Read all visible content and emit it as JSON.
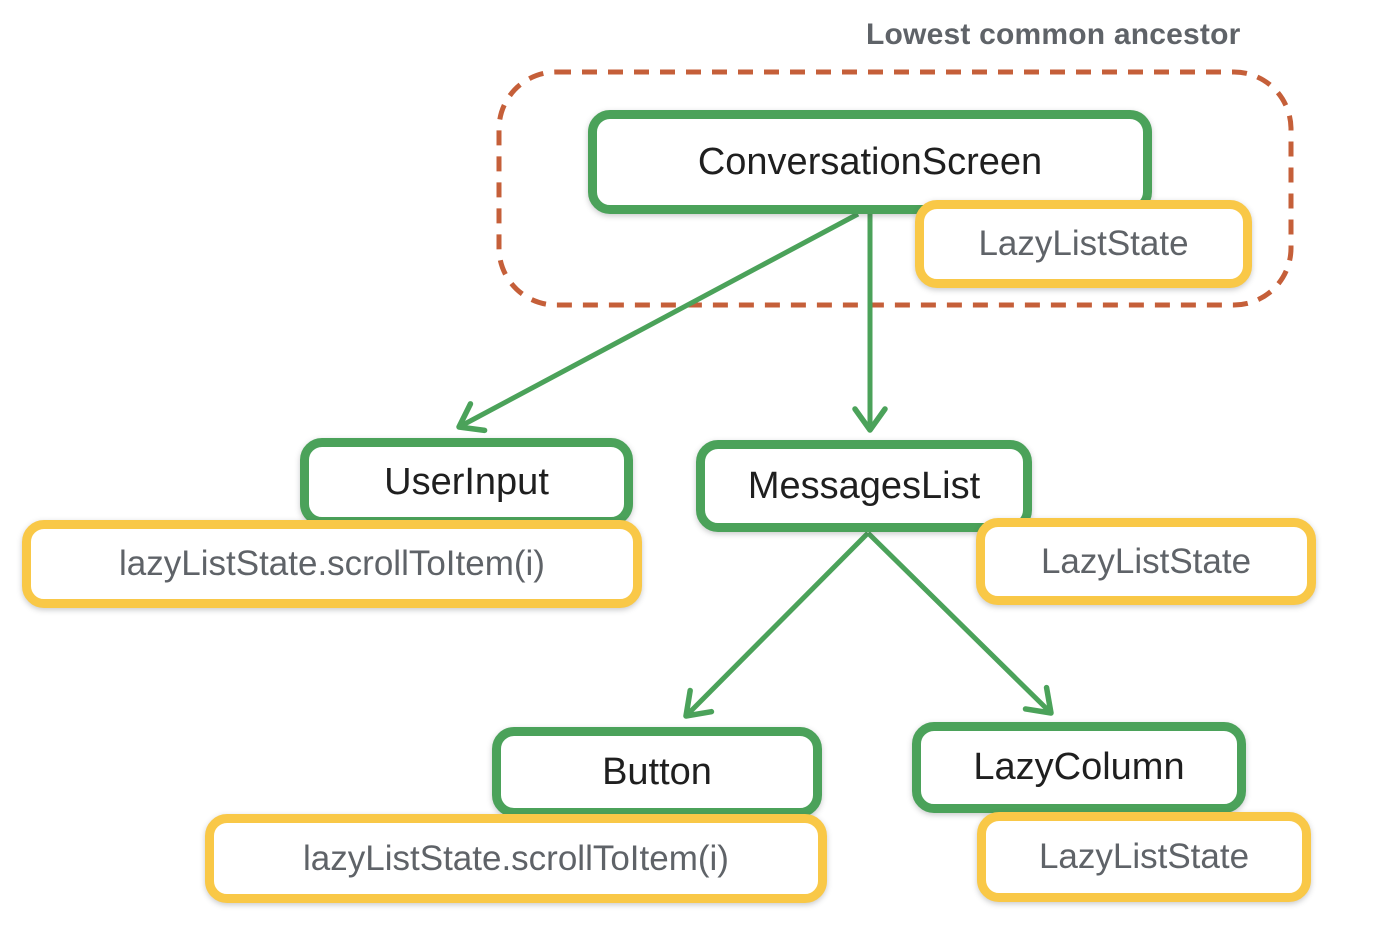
{
  "ancestor_label": "Lowest common ancestor",
  "nodes": {
    "conversation_screen": {
      "label": "ConversationScreen",
      "state": "LazyListState"
    },
    "user_input": {
      "label": "UserInput",
      "state": "lazyListState.scrollToItem(i)"
    },
    "messages_list": {
      "label": "MessagesList",
      "state": "LazyListState"
    },
    "button": {
      "label": "Button",
      "state": "lazyListState.scrollToItem(i)"
    },
    "lazy_column": {
      "label": "LazyColumn",
      "state": "LazyListState"
    }
  },
  "edges": [
    {
      "from": "ConversationScreen",
      "to": "UserInput"
    },
    {
      "from": "ConversationScreen",
      "to": "MessagesList"
    },
    {
      "from": "MessagesList",
      "to": "Button"
    },
    {
      "from": "MessagesList",
      "to": "LazyColumn"
    }
  ],
  "colors": {
    "node_border": "#4ba25a",
    "state_border": "#f9c847",
    "ancestor_outline": "#c55f39",
    "node_text": "#1f1f1f",
    "state_text": "#5f6368",
    "title_text": "#5f6368",
    "arrow": "#4ba25a"
  }
}
